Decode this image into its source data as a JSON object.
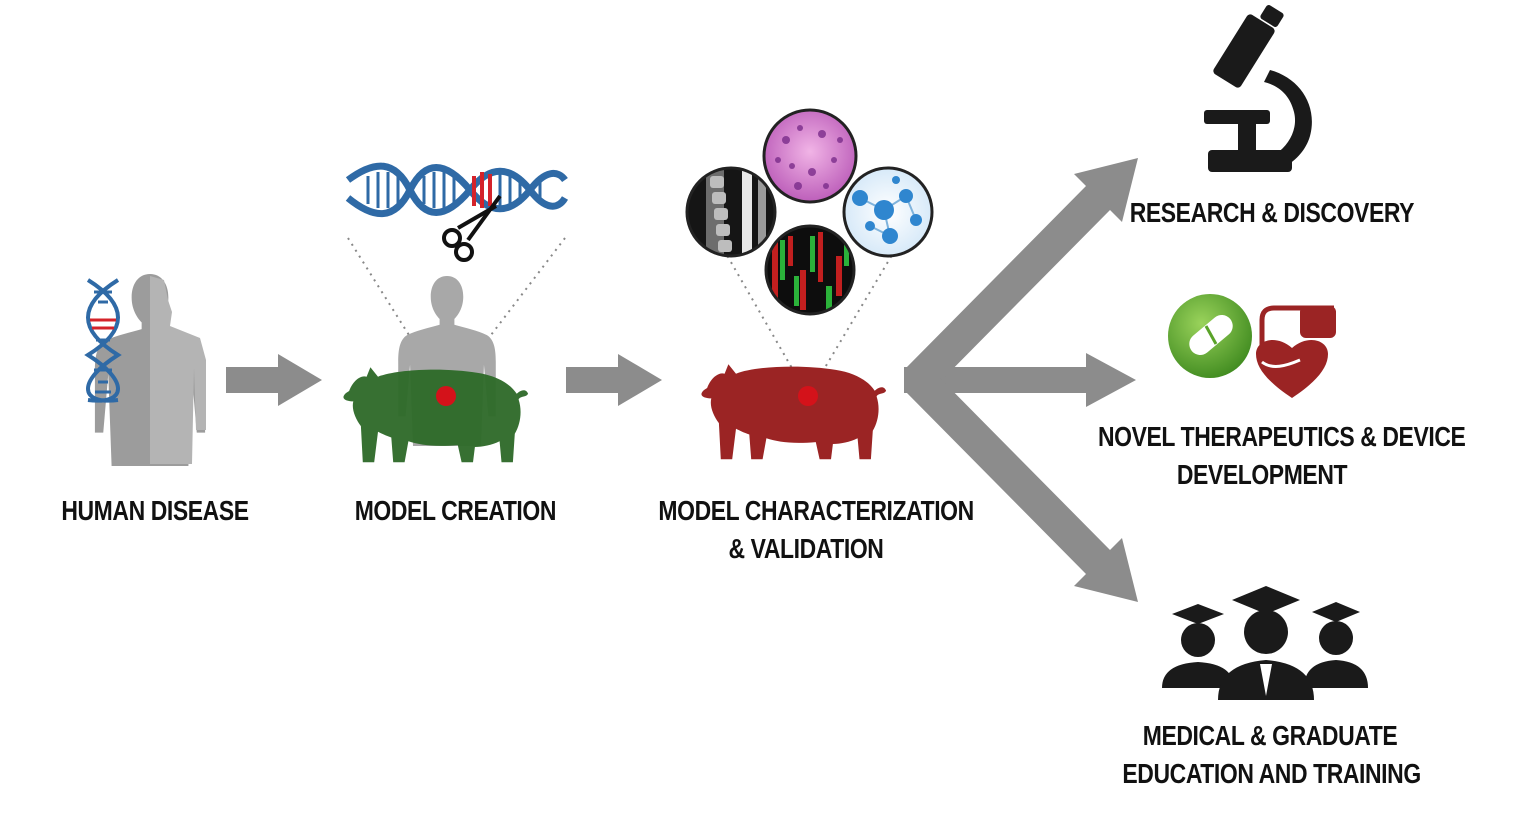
{
  "stages": {
    "human_disease": "HUMAN DISEASE",
    "model_creation": "MODEL CREATION",
    "characterization_line1": "MODEL CHARACTERIZATION",
    "characterization_line2": "& VALIDATION"
  },
  "outcomes": {
    "research": "RESEARCH & DISCOVERY",
    "therapeutics_line1": "NOVEL THERAPEUTICS & DEVICE",
    "therapeutics_line2": "DEVELOPMENT",
    "education_line1": "MEDICAL & GRADUATE",
    "education_line2": "EDUCATION AND TRAINING"
  },
  "colors": {
    "arrow": "#8c8c8c",
    "human": "#9a9a9a",
    "pig_model": "#2f6b2a",
    "pig_validated": "#9b2424",
    "marker": "#d4121a",
    "dna_blue": "#2f6aa6",
    "dna_red": "#d4232a",
    "icon_dark": "#1a1a1a",
    "pill_green": "#5aa329"
  },
  "icons": [
    "dna-icon",
    "human-silhouette-icon",
    "pig-icon",
    "scissors-icon",
    "microscope-icon",
    "pill-icon",
    "heart-device-icon",
    "graduates-icon"
  ]
}
